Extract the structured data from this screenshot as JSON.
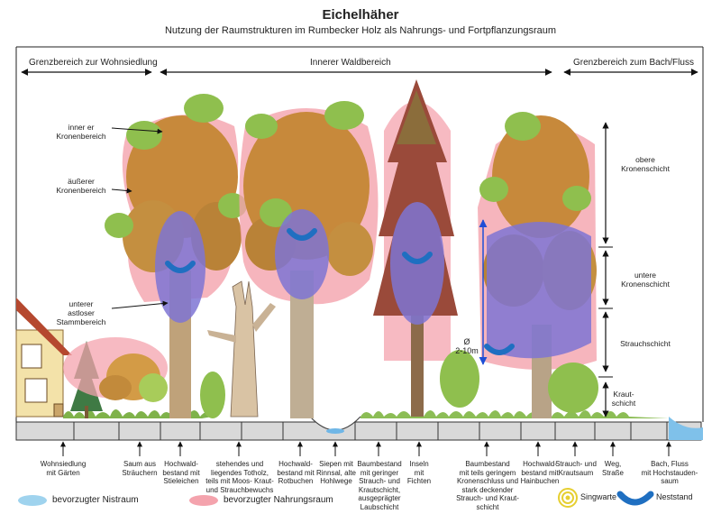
{
  "title": "Eichelhäher",
  "subtitle": "Nutzung der Raumstrukturen im Rumbecker Holz als Nahrungs- und Fortpflanzungsraum",
  "zones": {
    "left": "Grenzbereich zur Wohnsiedlung",
    "middle": "Innerer Waldbereich",
    "right": "Grenzbereich zum Bach/Fluss"
  },
  "tree_annotations": {
    "inner_crown": "inner er\nKronenbereich",
    "outer_crown": "äußerer\nKronenbereich",
    "lower_trunk": "unterer\nastloser\nStammbereich"
  },
  "diameter": "Ø\n2-10m",
  "layers": {
    "upper_crown": "obere\nKronenschicht",
    "lower_crown": "untere\nKronenschicht",
    "shrub": "Strauchschicht",
    "herb": "Kraut-\nschicht"
  },
  "segments": [
    "Wohnsiedlung\nmit Gärten",
    "Saum aus\nSträuchern",
    "Hochwald-\nbestand mit\nStieleichen",
    "stehendes und\nliegendes Totholz,\nteils mit Moos- Kraut-\nund Strauchbewuchs",
    "Hochwald-\nbestand mit\nRotbuchen",
    "Siepen mit\nRinnsal, alte\nHohlwege",
    "Baumbestand\nmit geringer\nStrauch- und\nKrautschicht,\nausgeprägter\nLaubschicht",
    "Inseln\nmit\nFichten",
    "Baumbestand\nmit teils geringem\nKronenschluss und\nstark deckender\nStrauch- und Kraut-\nschicht",
    "Hochwald-\nbestand mit\nHainbuchen",
    "Strauch- und\nKrautsaum",
    "Weg,\nStraße",
    "Bach, Fluss\nmit Hochstauden-\nsaum"
  ],
  "legend": {
    "nest_space": "bevorzugter Nistraum",
    "food_space": "bevorzugter Nahrungsraum",
    "song_post": "Singwarte",
    "nest_site": "Neststand"
  },
  "colors": {
    "food": "#f4a3ad",
    "nest": "#8a7fd6",
    "nest_legend": "#9fd3ee",
    "nest_mark": "#1f6fc1",
    "song": "#f2e14c"
  }
}
